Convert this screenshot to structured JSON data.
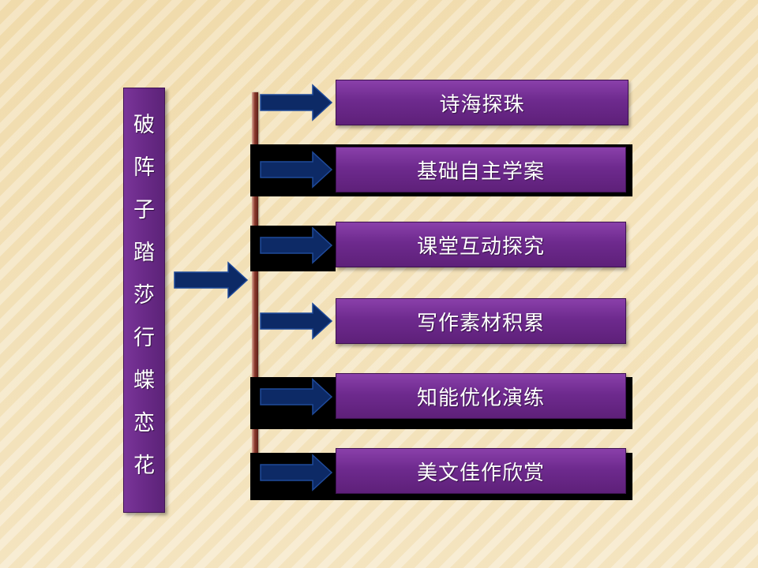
{
  "title": {
    "chars": [
      "破",
      "阵",
      "子",
      "踏",
      "莎",
      "行",
      "蝶",
      "恋",
      "花"
    ]
  },
  "items": [
    {
      "label": "诗海探珠"
    },
    {
      "label": "基础自主学案"
    },
    {
      "label": "课堂互动探究"
    },
    {
      "label": "写作素材积累"
    },
    {
      "label": "知能优化演练"
    },
    {
      "label": "美文佳作欣赏"
    }
  ],
  "colors": {
    "box_fill": "#6e2a8e",
    "arrow_fill": "#0d2a66",
    "bracket": "#8b3a2e",
    "background": "#f3e2b9"
  }
}
